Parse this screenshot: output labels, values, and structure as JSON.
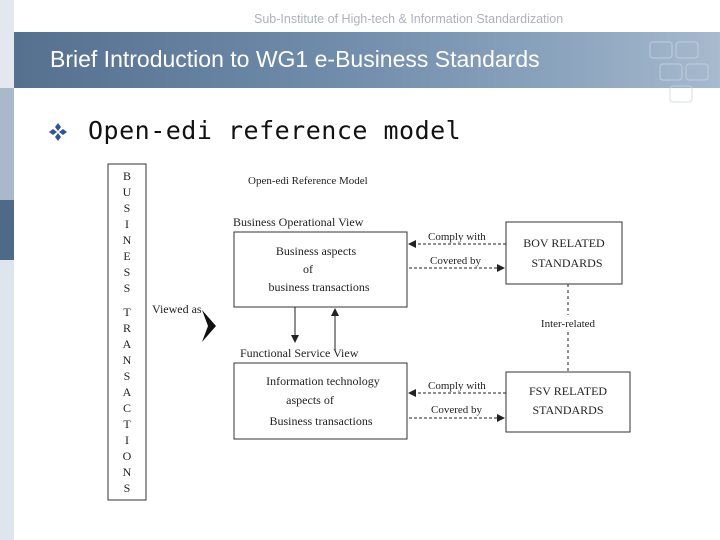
{
  "header": {
    "subtitle": "Sub-Institute of High-tech & Information Standardization",
    "title": "Brief Introduction to WG1  e-Business Standards"
  },
  "section": {
    "bullet_icon": "diamond-cluster-bullet",
    "heading": "Open-edi reference model"
  },
  "diagram": {
    "vertical_letters": [
      "B",
      "U",
      "S",
      "I",
      "N",
      "E",
      "S",
      "S",
      "T",
      "R",
      "A",
      "N",
      "S",
      "A",
      "C",
      "T",
      "I",
      "O",
      "N",
      "S"
    ],
    "model_title": "Open-edi Reference Model",
    "viewed_as": "Viewed as",
    "bov_label": "Business  Operational  View",
    "bov_box": [
      "Business aspects",
      "of",
      "business transactions"
    ],
    "fsv_label": "Functional  Service  View",
    "fsv_box": [
      "Information technology",
      "aspects of",
      "Business transactions"
    ],
    "comply_with_1": "Comply with",
    "covered_by_1": "Covered by",
    "comply_with_2": "Comply with",
    "covered_by_2": "Covered by",
    "bov_std": [
      "BOV RELATED",
      "STANDARDS"
    ],
    "fsv_std": [
      "FSV RELATED",
      "STANDARDS"
    ],
    "inter_related": "Inter-related"
  },
  "colors": {
    "title_bar": "#6e8aab",
    "sidebar_dark": "#4e6a89",
    "bullet": "#2f5597"
  }
}
